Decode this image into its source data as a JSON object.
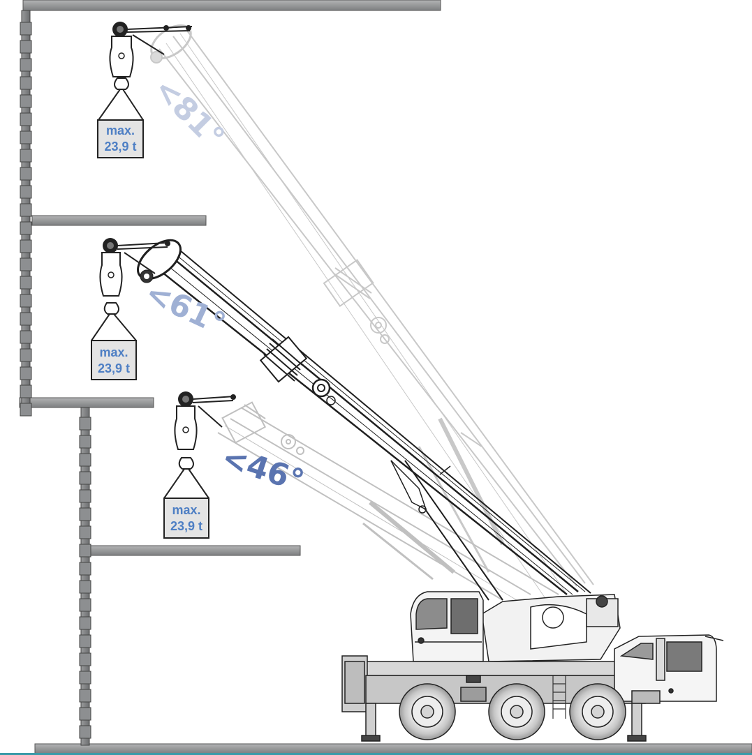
{
  "loads": [
    {
      "line1": "max.",
      "line2": "23,9 t"
    },
    {
      "line1": "max.",
      "line2": "23,9 t"
    },
    {
      "line1": "max.",
      "line2": "23,9 t"
    }
  ],
  "angles": [
    {
      "label": "<81°",
      "color": "#c4cde2"
    },
    {
      "label": "<61°",
      "color": "#9fb0d4"
    },
    {
      "label": "<46°",
      "color": "#5a74b0"
    }
  ],
  "colors": {
    "load_text": "#4e7fc4",
    "building": "#8f9193",
    "boom_main": "#202020",
    "boom_ghost": "#b9b9b9"
  }
}
